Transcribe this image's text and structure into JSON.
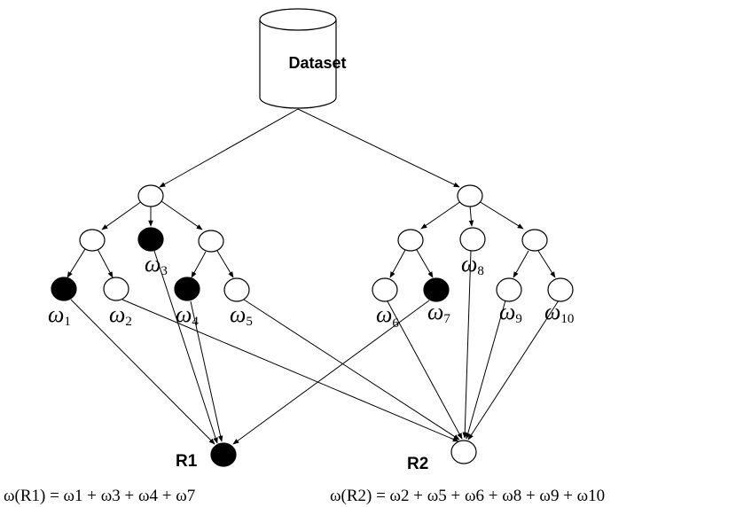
{
  "database": {
    "label": "Dataset"
  },
  "results": {
    "r1": {
      "label": "R1"
    },
    "r2": {
      "label": "R2"
    }
  },
  "weights": {
    "w1": {
      "symbol": "ω",
      "sub": "1"
    },
    "w2": {
      "symbol": "ω",
      "sub": "2"
    },
    "w3": {
      "symbol": "ω",
      "sub": "3"
    },
    "w4": {
      "symbol": "ω",
      "sub": "4"
    },
    "w5": {
      "symbol": "ω",
      "sub": "5"
    },
    "w6": {
      "symbol": "ω",
      "sub": "6"
    },
    "w7": {
      "symbol": "ω",
      "sub": "7"
    },
    "w8": {
      "symbol": "ω",
      "sub": "8"
    },
    "w9": {
      "symbol": "ω",
      "sub": "9"
    },
    "w10": {
      "symbol": "ω",
      "sub": "10"
    }
  },
  "formulas": {
    "r1": "ω(R1) = ω1 + ω3 + ω4 + ω7",
    "r2": "ω(R2) = ω2 + ω5 + ω6 + ω8 + ω9 + ω10"
  },
  "colors": {
    "filled_node": "#000000",
    "empty_node": "#ffffff",
    "stroke": "#000000"
  }
}
